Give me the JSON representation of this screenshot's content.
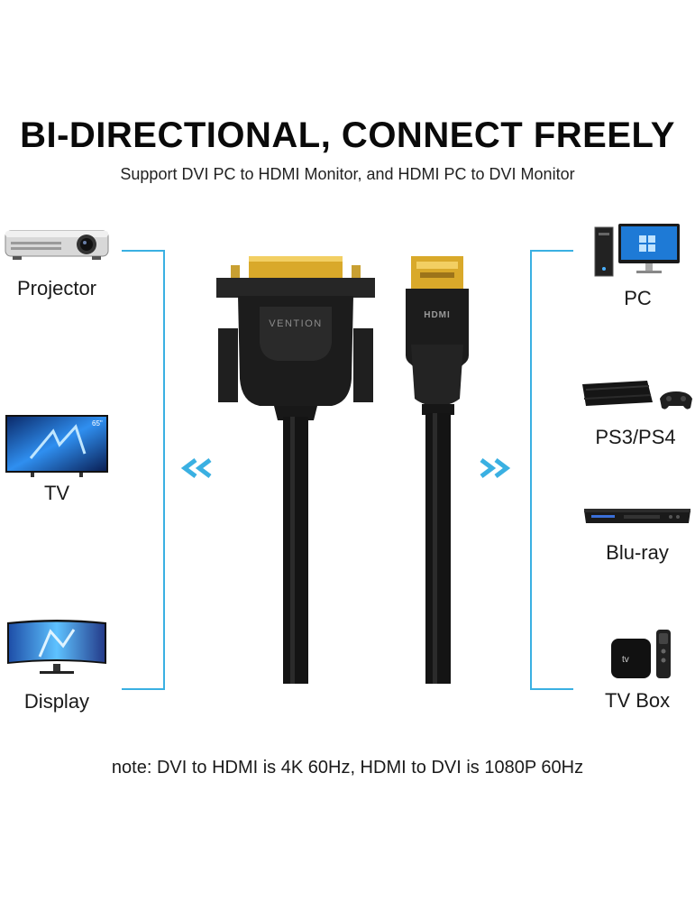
{
  "header": {
    "title": "BI-DIRECTIONAL, CONNECT FREELY",
    "subtitle": "Support DVI PC to HDMI Monitor, and HDMI PC to DVI Monitor"
  },
  "left_devices": [
    {
      "label": "Projector",
      "icon": "projector-icon"
    },
    {
      "label": "TV",
      "icon": "tv-icon"
    },
    {
      "label": "Display",
      "icon": "monitor-icon"
    }
  ],
  "right_devices": [
    {
      "label": "PC",
      "icon": "desktop-pc-icon"
    },
    {
      "label": "PS3/PS4",
      "icon": "game-console-icon"
    },
    {
      "label": "Blu-ray",
      "icon": "bluray-player-icon"
    },
    {
      "label": "TV Box",
      "icon": "tv-box-icon"
    }
  ],
  "product": {
    "dvi_brand": "VENTION",
    "hdmi_logo": "HDMI",
    "tv_size_badge": "65\""
  },
  "footer": {
    "note": "note: DVI to HDMI is 4K 60Hz, HDMI to DVI is 1080P 60Hz"
  },
  "colors": {
    "accent": "#3ab0e2",
    "connector": "#1c1c1c",
    "gold": "#d9a92a"
  }
}
